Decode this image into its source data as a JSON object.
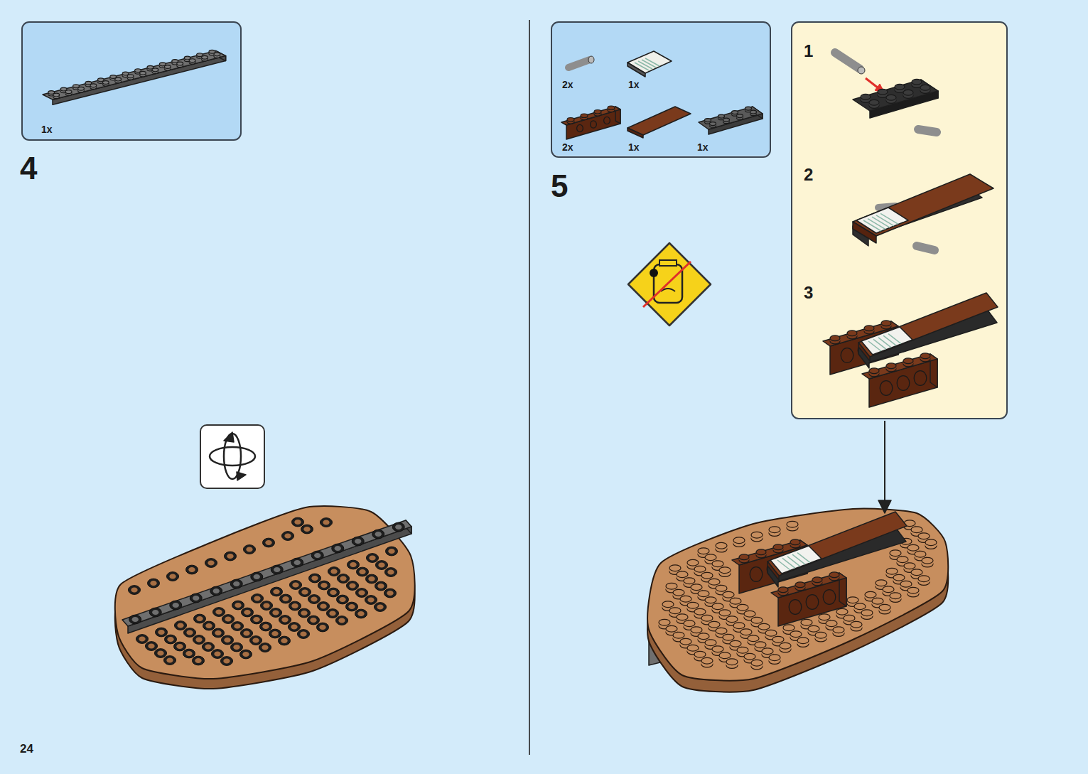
{
  "diagram": {
    "nodes": [
      {
        "text": [
          "1x"
        ]
      },
      {
        "text": [
          "2x",
          "1x",
          "2x",
          "1x",
          "1x"
        ]
      },
      {
        "text": [
          "1",
          "2",
          "3"
        ]
      }
    ],
    "labels": [
      "4",
      "5",
      "24"
    ]
  }
}
